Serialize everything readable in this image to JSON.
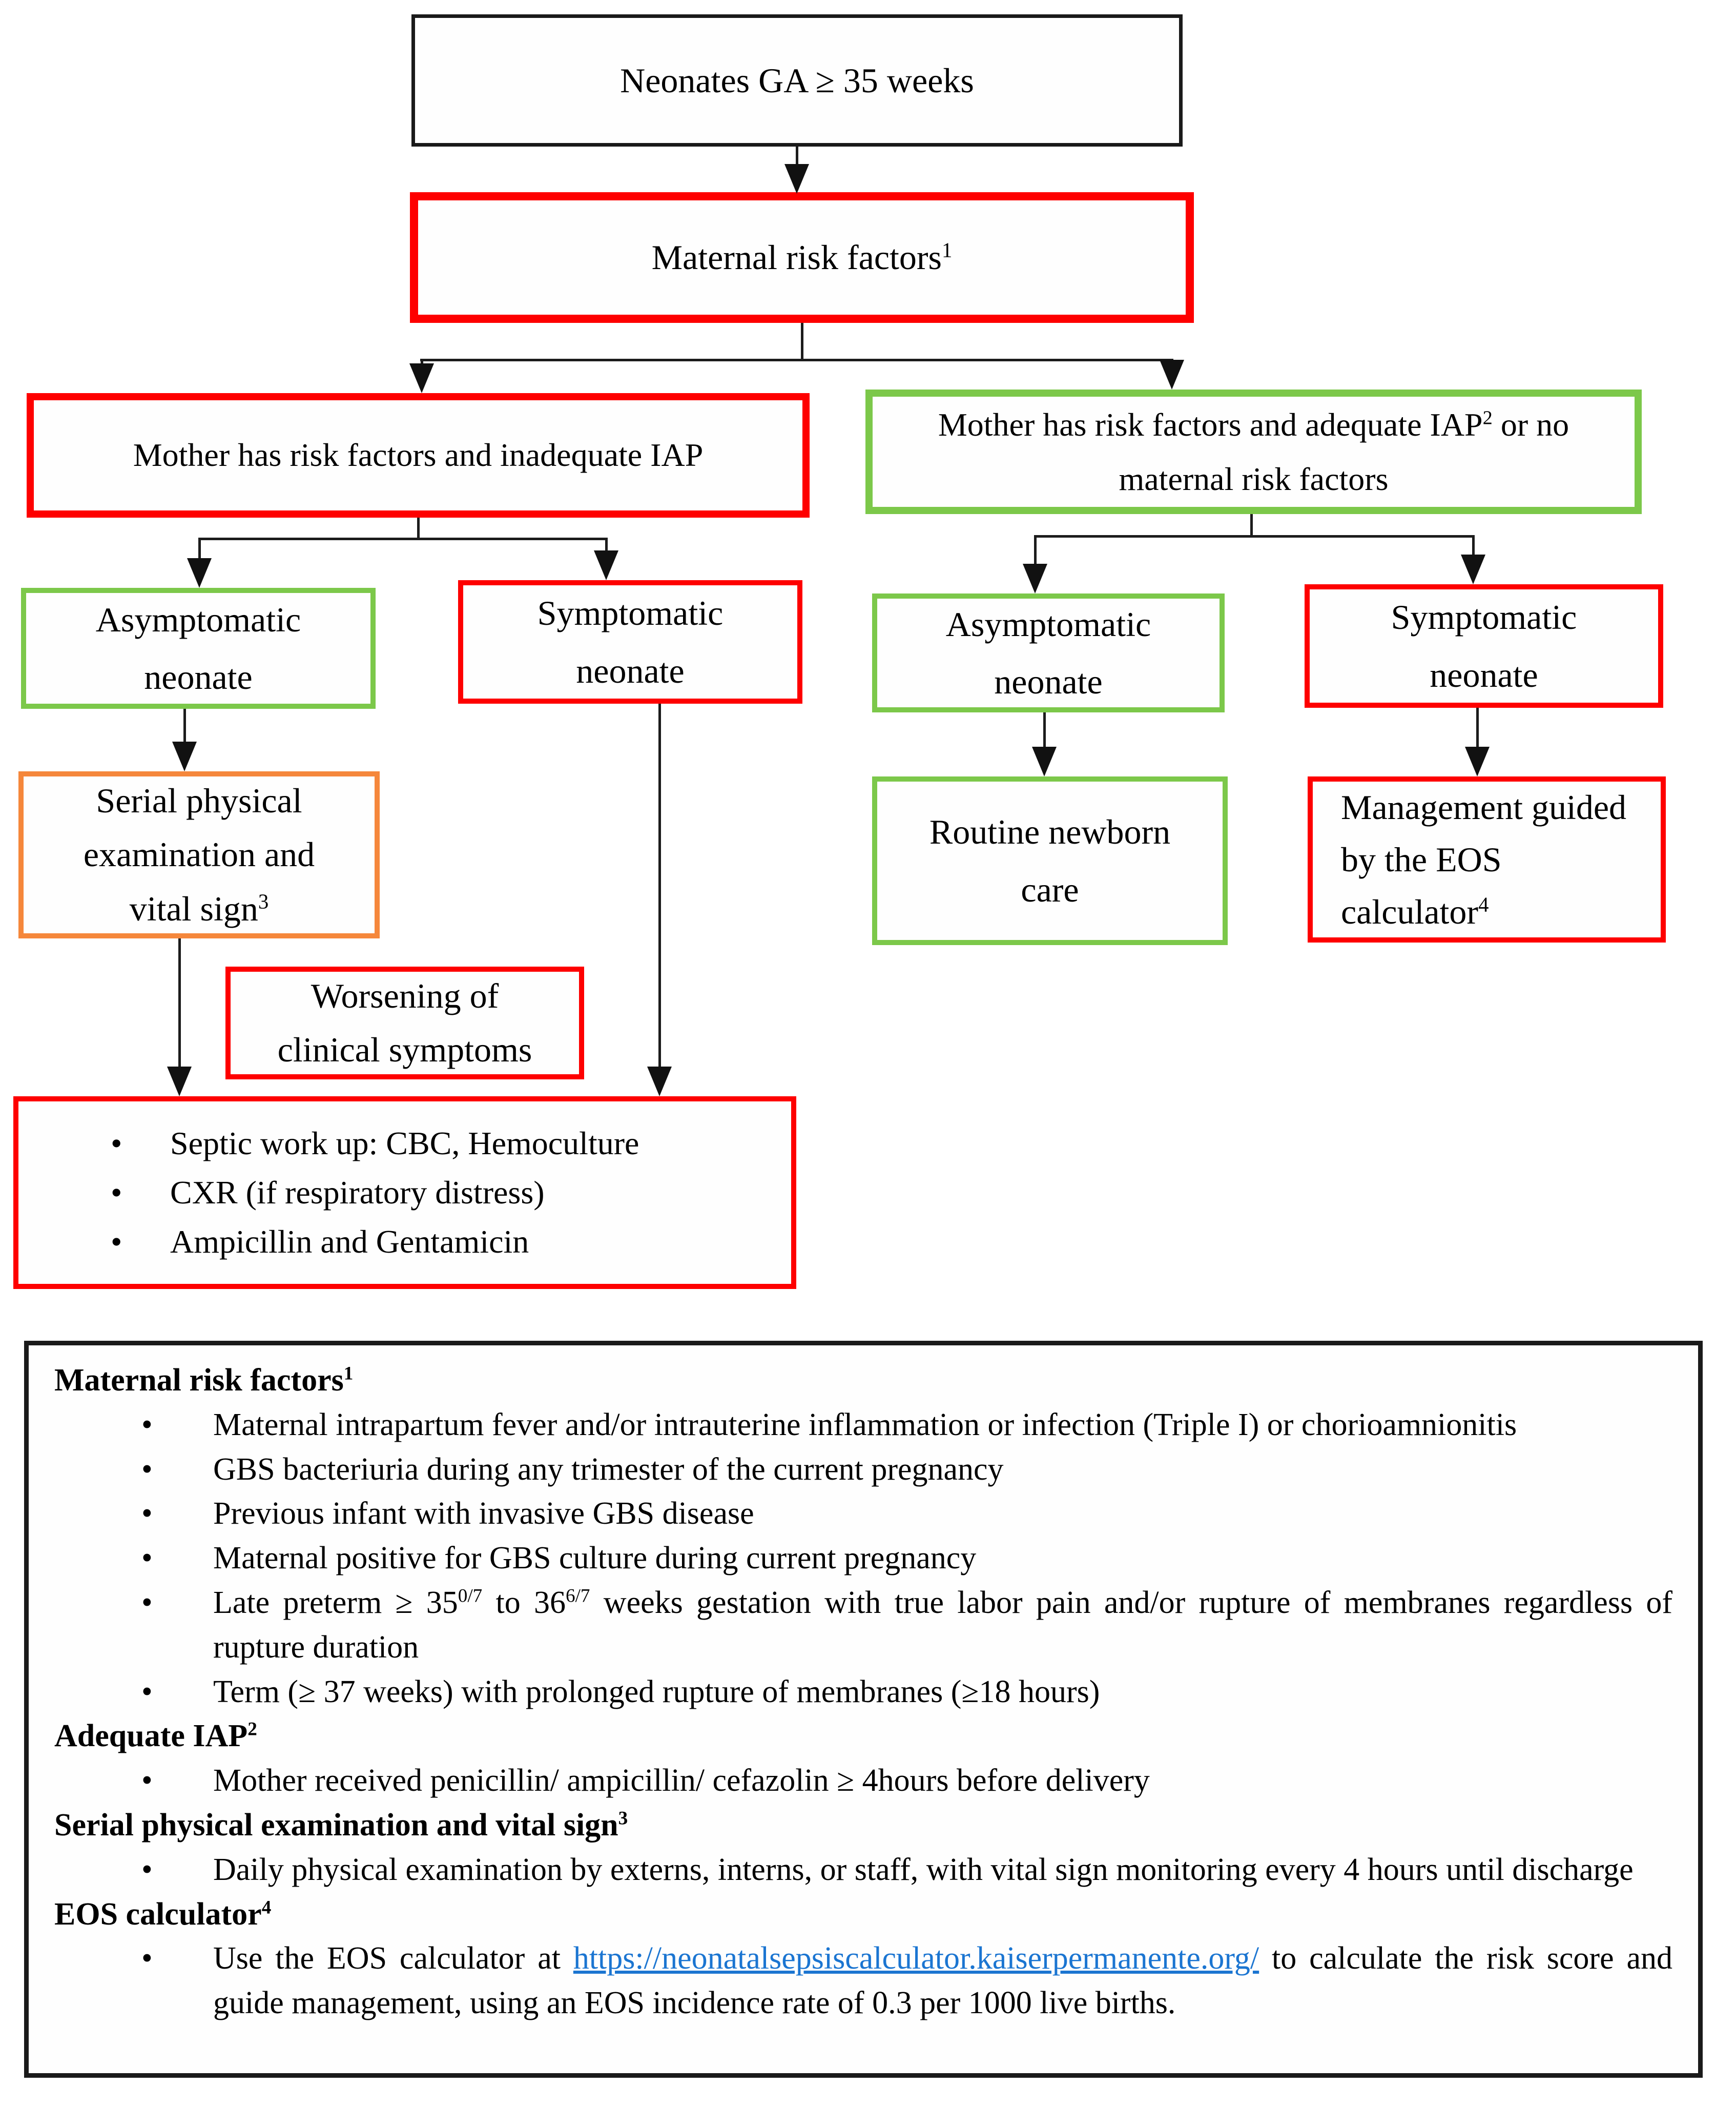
{
  "palette": {
    "red": "#fe0000",
    "green": "#7cc84a",
    "orange": "#f5873b",
    "black": "#1a1a1a",
    "link_blue": "#1b75d1",
    "background": "#ffffff"
  },
  "flowchart": {
    "nodes": {
      "neonates": {
        "segments": [
          {
            "t": "Neonates GA ≥ 35 weeks"
          }
        ]
      },
      "maternal_risk": {
        "segments": [
          {
            "t": "Maternal risk factors"
          },
          {
            "sup": "1"
          }
        ]
      },
      "inadequate_iap": {
        "segments": [
          {
            "t": "Mother has risk factors and inadequate IAP"
          }
        ]
      },
      "adequate_iap": {
        "segments": [
          {
            "t": "Mother has risk factors and adequate IAP"
          },
          {
            "sup": "2"
          },
          {
            "t": " or no"
          },
          {
            "br": true
          },
          {
            "t": "maternal risk factors"
          }
        ]
      },
      "asymptomatic_left": {
        "segments": [
          {
            "t": "Asymptomatic"
          },
          {
            "br": true
          },
          {
            "t": "neonate"
          }
        ]
      },
      "symptomatic_left": {
        "segments": [
          {
            "t": "Symptomatic"
          },
          {
            "br": true
          },
          {
            "t": "neonate"
          }
        ]
      },
      "asymptomatic_right": {
        "segments": [
          {
            "t": "Asymptomatic"
          },
          {
            "br": true
          },
          {
            "t": "neonate"
          }
        ]
      },
      "symptomatic_right": {
        "segments": [
          {
            "t": "Symptomatic"
          },
          {
            "br": true
          },
          {
            "t": "neonate"
          }
        ]
      },
      "serial_exam": {
        "segments": [
          {
            "t": "Serial physical"
          },
          {
            "br": true
          },
          {
            "t": "examination and"
          },
          {
            "br": true
          },
          {
            "t": "vital sign"
          },
          {
            "sup": "3"
          }
        ]
      },
      "worsening": {
        "segments": [
          {
            "t": "Worsening of"
          },
          {
            "br": true
          },
          {
            "t": "clinical symptoms"
          }
        ]
      },
      "routine_care": {
        "segments": [
          {
            "t": "Routine newborn"
          },
          {
            "br": true
          },
          {
            "t": "care"
          }
        ]
      },
      "eos_management": {
        "segments": [
          {
            "t": "Management guided"
          },
          {
            "br": true
          },
          {
            "t": "by the EOS"
          },
          {
            "br": true
          },
          {
            "t": "calculator"
          },
          {
            "sup": "4"
          }
        ]
      },
      "septic_workup": {
        "items": [
          [
            {
              "t": "Septic work up: CBC, Hemoculture"
            }
          ],
          [
            {
              "t": "CXR (if respiratory distress)"
            }
          ],
          [
            {
              "t": "Ampicillin and Gentamicin"
            }
          ]
        ]
      }
    }
  },
  "notes": {
    "blocks": [
      {
        "heading": [
          {
            "t": "Maternal risk factors"
          },
          {
            "sup": "1"
          }
        ]
      },
      {
        "bullets": [
          [
            {
              "t": "Maternal intrapartum fever and/or intrauterine inflammation or infection (Triple I) or chorioamnionitis"
            }
          ],
          [
            {
              "t": "GBS bacteriuria during any trimester of the current pregnancy"
            }
          ],
          [
            {
              "t": "Previous infant with invasive GBS disease"
            }
          ],
          [
            {
              "t": "Maternal positive for GBS culture during current pregnancy"
            }
          ],
          [
            {
              "t": "Late preterm ≥ 35"
            },
            {
              "sup": "0/7"
            },
            {
              "t": " to 36"
            },
            {
              "sup": "6/7"
            },
            {
              "t": " weeks gestation with true labor pain and/or rupture of membranes regardless of rupture duration"
            }
          ],
          [
            {
              "t": "Term (≥ 37 weeks) with prolonged rupture of membranes (≥18 hours)"
            }
          ]
        ]
      },
      {
        "heading": [
          {
            "t": "Adequate IAP"
          },
          {
            "sup": "2"
          }
        ]
      },
      {
        "bullets": [
          [
            {
              "t": "Mother received penicillin/ ampicillin/ cefazolin ≥ 4hours before delivery"
            }
          ]
        ]
      },
      {
        "heading": [
          {
            "t": "Serial physical examination and vital sign"
          },
          {
            "sup": "3"
          }
        ]
      },
      {
        "bullets": [
          [
            {
              "t": "Daily physical examination by externs, interns, or staff, with vital sign monitoring every 4 hours until discharge"
            }
          ]
        ]
      },
      {
        "heading": [
          {
            "t": "EOS calculator"
          },
          {
            "sup": "4"
          }
        ]
      },
      {
        "bullets": [
          [
            {
              "t": "Use the EOS calculator at "
            },
            {
              "link": "https://neonatalsepsiscalculator.kaiserpermanente.org/"
            },
            {
              "t": " to calculate the risk score and guide management, using an EOS incidence rate of 0.3 per 1000 live births."
            }
          ]
        ]
      }
    ]
  }
}
